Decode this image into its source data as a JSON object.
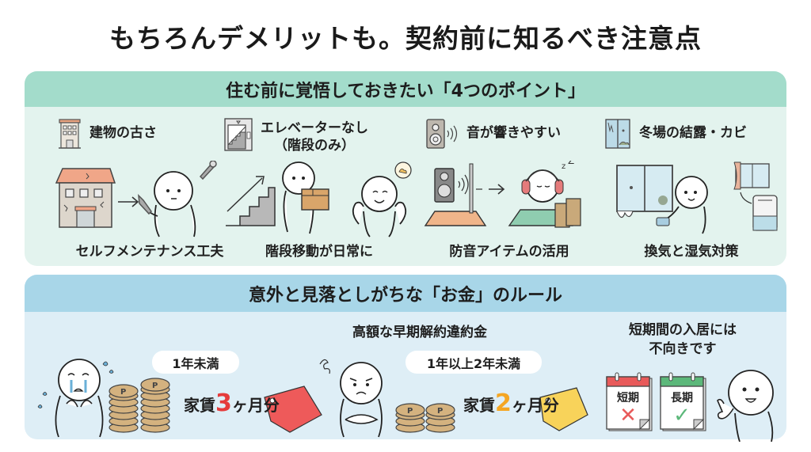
{
  "title": "もちろんデメリットも。契約前に知るべき注意点",
  "section_points": {
    "heading": "住む前に覚悟しておきたい「4つのポイント」",
    "background_color": "#e3f3ee",
    "header_color": "#a3dccb",
    "items": [
      {
        "icon": "building-icon",
        "title": "建物の古さ",
        "caption": "セルフメンテナンス工夫"
      },
      {
        "icon": "elevator-stairs-icon",
        "title_line1": "エレベーターなし",
        "title_line2": "（階段のみ）",
        "caption": "階段移動が日常に"
      },
      {
        "icon": "speaker-icon",
        "title": "音が響きやすい",
        "caption": "防音アイテムの活用"
      },
      {
        "icon": "window-mold-icon",
        "title": "冬場の結露・カビ",
        "caption": "換気と湿気対策"
      }
    ]
  },
  "section_money": {
    "heading": "意外と見落としがちな「お金」のルール",
    "background_color": "#deeef6",
    "header_color": "#a8d6e8",
    "subheading": "高額な早期解約違約金",
    "penalties": [
      {
        "period": "1年未満",
        "prefix": "家賃",
        "months": "3",
        "suffix": "ヶ月分",
        "accent": "#e53b3b"
      },
      {
        "period": "1年以上2年未満",
        "prefix": "家賃",
        "months": "2",
        "suffix": "ヶ月分",
        "accent": "#f5a623"
      }
    ],
    "short_term": {
      "line1": "短期間の入居には",
      "line2": "不向きです",
      "calendars": [
        {
          "label": "短期",
          "mark": "✕",
          "color": "#e85a5a"
        },
        {
          "label": "長期",
          "mark": "✓",
          "color": "#5cb87a"
        }
      ]
    },
    "coin_label": "P"
  }
}
